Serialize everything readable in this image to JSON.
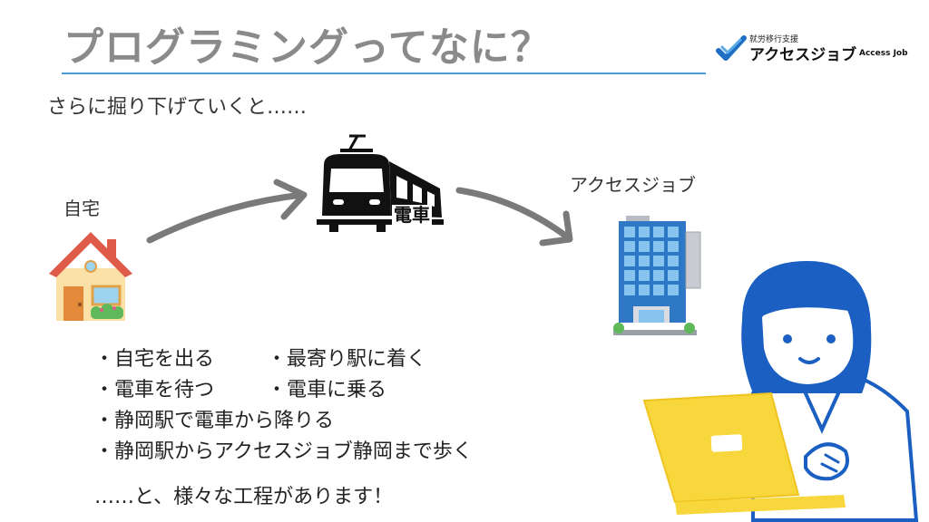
{
  "slide": {
    "title": "プログラミングってなに？",
    "subtitle": "さらに掘り下げていくと……"
  },
  "logo": {
    "small_text": "就労移行支援",
    "brand": "アクセスジョブ",
    "brand_en": "Access Job",
    "colors": {
      "mark_blue": "#1e6fc4",
      "mark_light": "#5aa8e6"
    }
  },
  "diagram": {
    "home_label": "自宅",
    "train_label": "電車",
    "company_label": "アクセスジョブ"
  },
  "bullets": {
    "row1": [
      "・自宅を出る",
      "・最寄り駅に着く"
    ],
    "row2": [
      "・電車を待つ",
      "・電車に乗る"
    ],
    "row3": "・静岡駅で電車から降りる",
    "row4": "・静岡駅からアクセスジョブ静岡まで歩く",
    "closing": "……と、様々な工程があります！"
  },
  "colors": {
    "title_gray": "#8a8a8a",
    "rule_blue": "#4a9bd6",
    "arrow_gray": "#7a7a7a",
    "laptop_yellow": "#f7d73b",
    "hair_blue": "#1a5fc1"
  },
  "icons": [
    "house-icon",
    "train-icon",
    "office-building-icon",
    "person-with-laptop-icon",
    "arrow-icon",
    "logo-mark-icon"
  ]
}
